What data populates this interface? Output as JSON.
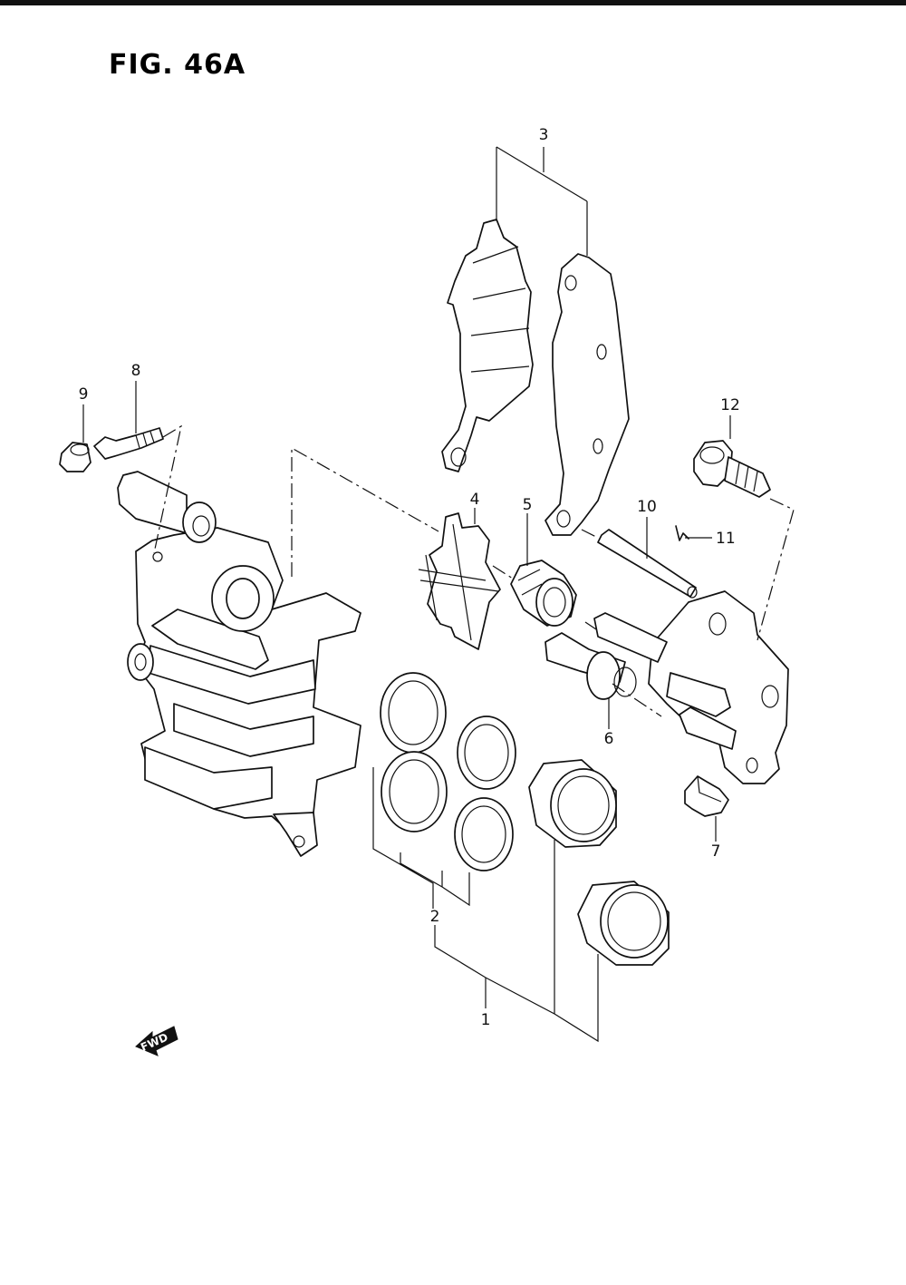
{
  "figure": {
    "title": "FIG. 46A"
  },
  "callouts": [
    {
      "id": "1",
      "label": "1"
    },
    {
      "id": "2",
      "label": "2"
    },
    {
      "id": "3",
      "label": "3"
    },
    {
      "id": "4",
      "label": "4"
    },
    {
      "id": "5",
      "label": "5"
    },
    {
      "id": "6",
      "label": "6"
    },
    {
      "id": "7",
      "label": "7"
    },
    {
      "id": "8",
      "label": "8"
    },
    {
      "id": "9",
      "label": "9"
    },
    {
      "id": "10",
      "label": "10"
    },
    {
      "id": "11",
      "label": "11"
    },
    {
      "id": "12",
      "label": "12"
    }
  ],
  "direction_marker": {
    "label": "FWD"
  },
  "colors": {
    "ink": "#111111",
    "paper": "#ffffff"
  }
}
